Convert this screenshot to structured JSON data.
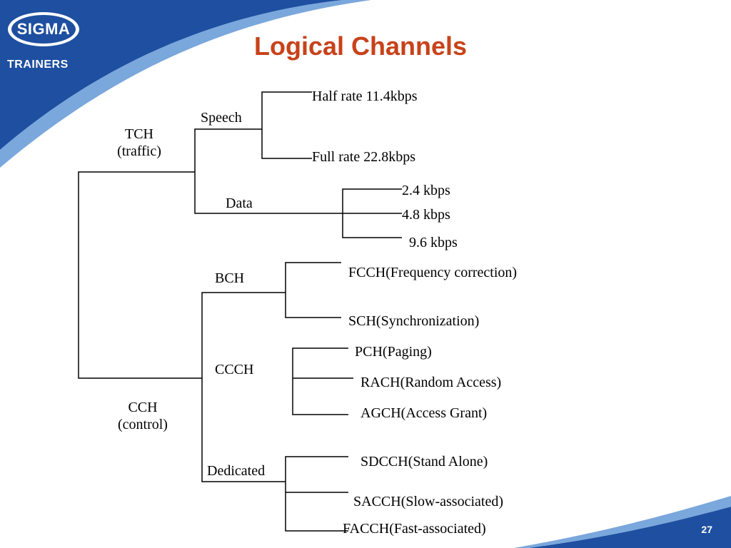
{
  "logo": {
    "name": "SIGMA",
    "tagline": "TRAINERS"
  },
  "title": "Logical Channels",
  "page_number": "27",
  "tch": {
    "line1": "TCH",
    "line2": "(traffic)"
  },
  "speech": {
    "label": "Speech",
    "half_rate": "Half rate 11.4kbps",
    "full_rate": "Full rate 22.8kbps"
  },
  "data": {
    "label": "Data",
    "rate_1": "2.4 kbps",
    "rate_2": "4.8 kbps",
    "rate_3": "9.6 kbps"
  },
  "cch": {
    "line1": "CCH",
    "line2": "(control)"
  },
  "bch": {
    "label": "BCH",
    "fcch": "FCCH(Frequency correction)",
    "sch": "SCH(Synchronization)"
  },
  "ccch": {
    "label": "CCCH",
    "pch": "PCH(Paging)",
    "rach": "RACH(Random Access)",
    "agch": "AGCH(Access Grant)"
  },
  "dedicated": {
    "label": "Dedicated",
    "sdcch": "SDCCH(Stand Alone)",
    "sacch": "SACCH(Slow-associated)",
    "facch": "FACCH(Fast-associated)"
  },
  "colors": {
    "blue": "#1e4fa0",
    "light_blue": "#7aa7dc",
    "title_red": "#c8421a"
  }
}
